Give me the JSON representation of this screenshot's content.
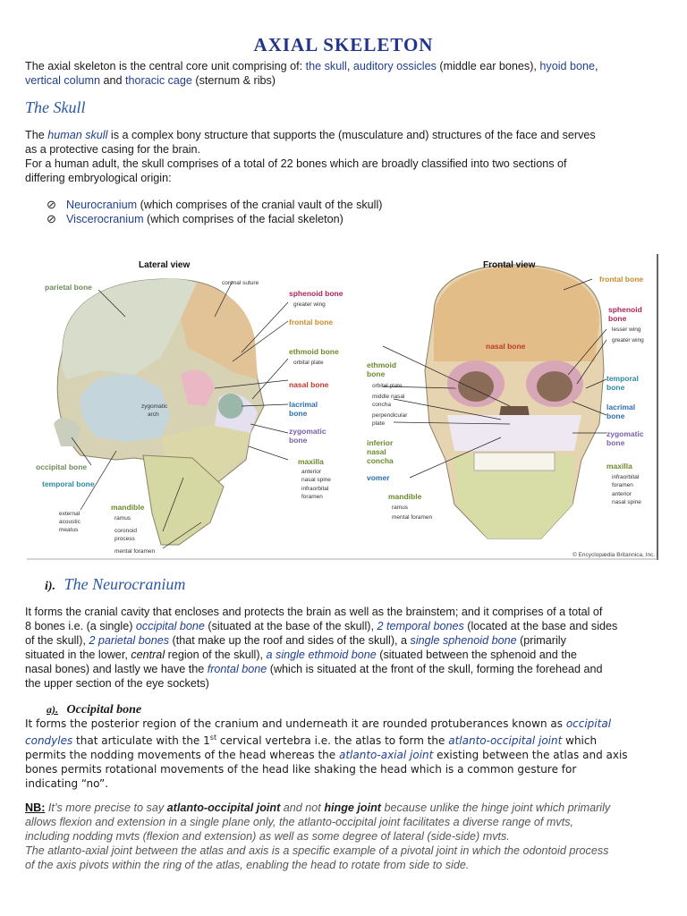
{
  "title": "Axial Skeleton",
  "intro": {
    "text1": "The axial skeleton is the central core unit comprising of: ",
    "link1": "the skull",
    "sep1": ", ",
    "link2": "auditory ossicles",
    "text2": " (middle ear bones), ",
    "link3": "hyoid bone",
    "sep2": ",",
    "link4": "vertical column",
    "text3": " and ",
    "link5": "thoracic cage",
    "text4": " (sternum & ribs)"
  },
  "skull_heading": "The Skull",
  "skull": {
    "p1a": "The ",
    "p1b": "human skull",
    "p1c": " is a complex bony structure that supports the (musculature and) structures of the face and serves",
    "p1d": "as a protective casing for the brain.",
    "p2a": "For a human adult, the skull comprises of a total of 22 bones which are broadly classified into two sections of",
    "p2b": "differing embryological origin:"
  },
  "bullets": [
    {
      "term": "Neurocranium",
      "rest": " (which comprises of the cranial vault of the skull)"
    },
    {
      "term": "Viscerocranium",
      "rest": " (which comprises of the facial skeleton)"
    }
  ],
  "figure": {
    "lateral_title": "Lateral view",
    "frontal_title": "Frontal view",
    "credit": "© Encyclopædia Britannica, Inc.",
    "lateral_labels": {
      "parietal": "parietal bone",
      "coronal": "coronal suture",
      "sphenoid": "sphenoid bone",
      "greater_wing": "greater wing",
      "frontal": "frontal bone",
      "ethmoid": "ethmoid bone",
      "orbital_plate": "orbital plate",
      "nasal": "nasal bone",
      "lacrimal_1": "lacrimal",
      "lacrimal_2": "bone",
      "zygomatic_1": "zygomatic",
      "zygomatic_2": "bone",
      "zyg_arch_1": "zygomatic",
      "zyg_arch_2": "arch",
      "maxilla": "maxilla",
      "anterior": "anterior",
      "nasal_spine": "nasal spine",
      "infraorbital": "infraorbital",
      "foramen": "foramen",
      "occipital": "occipital bone",
      "temporal": "temporal bone",
      "mandible": "mandible",
      "ext1": "external",
      "ext2": "acoustic",
      "ext3": "meatus",
      "ramus": "ramus",
      "coronoid1": "coronoid",
      "coronoid2": "process",
      "mental": "mental foramen"
    },
    "frontal_labels": {
      "frontal": "frontal bone",
      "sphenoid_1": "sphenoid",
      "sphenoid_2": "bone",
      "lesser_wing": "lesser wing",
      "greater_wing": "greater wing",
      "nasal": "nasal bone",
      "ethmoid_1": "ethmoid",
      "ethmoid_2": "bone",
      "orbital_plate": "orbital plate",
      "middle_nasal_1": "middle nasal",
      "middle_nasal_2": "concha",
      "perp_1": "perpendicular",
      "perp_2": "plate",
      "temporal_1": "temporal",
      "temporal_2": "bone",
      "lacrimal_1": "lacrimal",
      "lacrimal_2": "bone",
      "inferior_1": "inferior",
      "inferior_2": "nasal",
      "inferior_3": "concha",
      "zygomatic_1": "zygomatic",
      "zygomatic_2": "bone",
      "vomer": "vomer",
      "maxilla": "maxilla",
      "infraorbital_1": "infraorbital",
      "infraorbital_2": "foramen",
      "anterior_1": "anterior",
      "anterior_2": "nasal spine",
      "mandible": "mandible",
      "ramus": "ramus",
      "mental": "mental foramen"
    }
  },
  "neuro": {
    "number": "i).",
    "heading": "The Neurocranium",
    "l1": "It forms the cranial cavity that encloses and protects the brain as well as the brainstem; and it comprises of a total of",
    "l2a": "8 bones i.e. (a single) ",
    "l2b": "occipital bone",
    "l2c": " (situated at the base of the skull), ",
    "l2d": "2 temporal bones",
    "l2e": " (located at the base and sides",
    "l3a": "of the skull), ",
    "l3b": "2 parietal bones",
    "l3c": " (that make up the roof and sides of the skull), a ",
    "l3d": "single sphenoid bone",
    "l3e": " (primarily",
    "l4a": "situated in the lower, ",
    "l4b": "central",
    "l4c": " region of the skull), ",
    "l4d": "a single ethmoid bone",
    "l4e": " (situated between the sphenoid and the",
    "l5a": "nasal bones) and lastly we have the ",
    "l5b": "frontal bone",
    "l5c": " (which is situated at the front of the skull, forming the forehead and",
    "l6": "the upper section of the eye sockets)"
  },
  "occipital": {
    "number": "a).",
    "heading": "Occipital bone",
    "l1a": "It forms the posterior region of the cranium and underneath it are rounded protuberances known as ",
    "l1b": "occipital",
    "l2a": "condyles",
    "l2b": " that articulate with the 1",
    "l2sup": "st",
    "l2c": " cervical vertebra i.e. the atlas to form the ",
    "l2d": "atlanto-occipital joint",
    "l2e": " which",
    "l3a": "permits the nodding movements of the head whereas the ",
    "l3b": "atlanto-axial joint",
    "l3c": " existing between the atlas and axis",
    "l4": "bones permits rotational movements of the head like shaking the head which is a common gesture for",
    "l5": "indicating “no”."
  },
  "nb": {
    "label": "NB:",
    "l1a": " It’s more precise to say ",
    "l1b": "atlanto-occipital joint",
    "l1c": " and not ",
    "l1d": "hinge joint",
    "l1e": " because unlike the hinge joint which primarily",
    "l2": "allows flexion and extension in a single plane only, the atlanto-occipital joint facilitates a diverse range of mvts,",
    "l3": "including nodding mvts (flexion and extension) as well as some degree of lateral (side-side) mvts.",
    "l4": "The atlanto-axial joint between the atlas and axis is a specific example of a pivotal joint in which the odontoid process",
    "l5": "of the axis pivots within the ring of the atlas, enabling the head to rotate from side to side."
  }
}
